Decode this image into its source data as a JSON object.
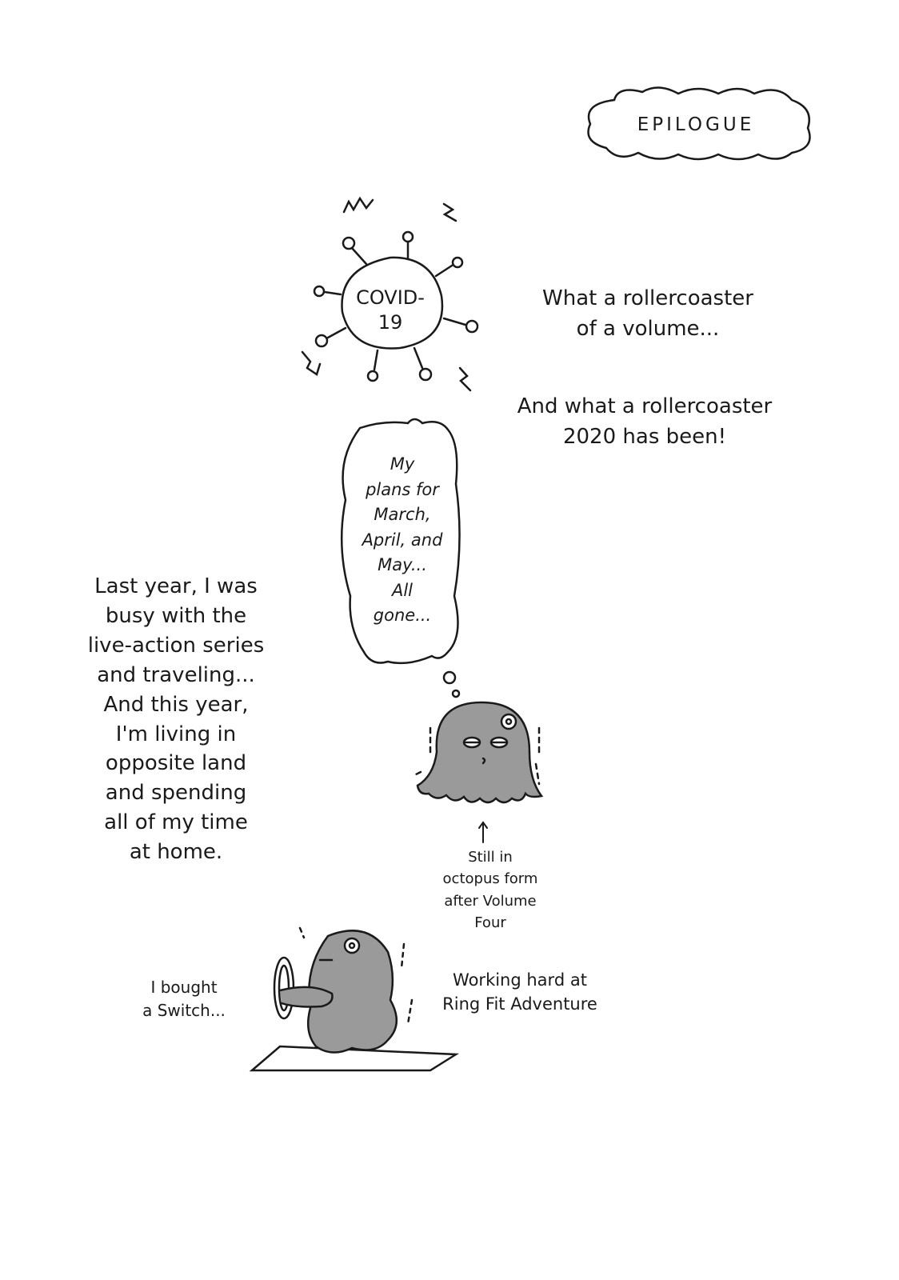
{
  "epilogue": {
    "title": "EPILOGUE"
  },
  "virus": {
    "label": "COVID-\n19"
  },
  "narration": {
    "volume_line": "What a rollercoaster\nof a volume...",
    "year_line": "And what a rollercoaster\n2020 has been!",
    "last_year": "Last year, I was\nbusy with the\nlive-action series\nand traveling...\nAnd this year,\nI'm living in\nopposite land\nand spending\nall of my time\nat home."
  },
  "thought_bubble": {
    "text": "My\nplans for\nMarch,\nApril, and\nMay...\nAll\ngone..."
  },
  "octopus_note": {
    "text": "Still in\noctopus form\nafter Volume\nFour"
  },
  "switch_note": {
    "text": "I bought\na Switch..."
  },
  "ringfit_note": {
    "text": "Working hard at\nRing Fit Adventure"
  },
  "colors": {
    "ink": "#1a1a1a",
    "tone": "#9a9a9a",
    "paper": "#ffffff"
  }
}
